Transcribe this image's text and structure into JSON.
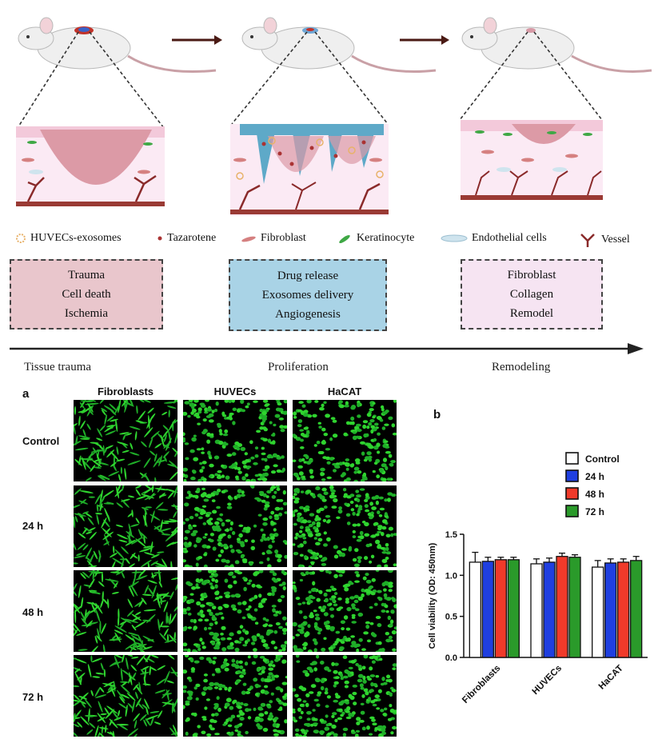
{
  "schematic": {
    "legend": [
      {
        "icon": "exosome-icon",
        "label": "HUVECs-exosomes"
      },
      {
        "icon": "tazarotene-icon",
        "label": "Tazarotene"
      },
      {
        "icon": "fibroblast-icon",
        "label": "Fibroblast"
      },
      {
        "icon": "keratinocyte-icon",
        "label": "Keratinocyte"
      },
      {
        "icon": "endothelial-icon",
        "label": "Endothelial cells"
      },
      {
        "icon": "vessel-icon",
        "label": "Vessel"
      }
    ],
    "stages": [
      {
        "lines": [
          "Trauma",
          "Cell death",
          "Ischemia"
        ],
        "color": "#e9c6cc",
        "phase": "Tissue trauma"
      },
      {
        "lines": [
          "Drug release",
          "Exosomes delivery",
          "Angiogenesis"
        ],
        "color": "#a9d3e6",
        "phase": "Proliferation"
      },
      {
        "lines": [
          "Fibroblast",
          "Collagen",
          "Remodel"
        ],
        "color": "#f6e4f2",
        "phase": "Remodeling"
      }
    ]
  },
  "panel_a": {
    "letter": "a",
    "columns": [
      "Fibroblasts",
      "HUVECs",
      "HaCAT"
    ],
    "rows": [
      "Control",
      "24 h",
      "48 h",
      "72 h"
    ]
  },
  "panel_b": {
    "letter": "b"
  },
  "chart_data": {
    "type": "bar",
    "categories": [
      "Fibroblasts",
      "HUVECs",
      "HaCAT"
    ],
    "series": [
      {
        "name": "Control",
        "color": "#ffffff",
        "values": [
          1.16,
          1.14,
          1.1
        ],
        "errors": [
          0.12,
          0.06,
          0.08
        ]
      },
      {
        "name": "24 h",
        "color": "#1f3fe0",
        "values": [
          1.17,
          1.16,
          1.15
        ],
        "errors": [
          0.05,
          0.05,
          0.05
        ]
      },
      {
        "name": "48 h",
        "color": "#f03a2a",
        "values": [
          1.19,
          1.23,
          1.16
        ],
        "errors": [
          0.03,
          0.04,
          0.04
        ]
      },
      {
        "name": "72 h",
        "color": "#2a9a2a",
        "values": [
          1.19,
          1.22,
          1.18
        ],
        "errors": [
          0.03,
          0.03,
          0.05
        ]
      }
    ],
    "ylabel": "Cell viability (OD: 450nm)",
    "xlabel": "",
    "ylim": [
      0,
      1.5
    ],
    "yticks": [
      "0.0",
      "0.5",
      "1.0",
      "1.5"
    ],
    "legend_position": "top-right"
  }
}
